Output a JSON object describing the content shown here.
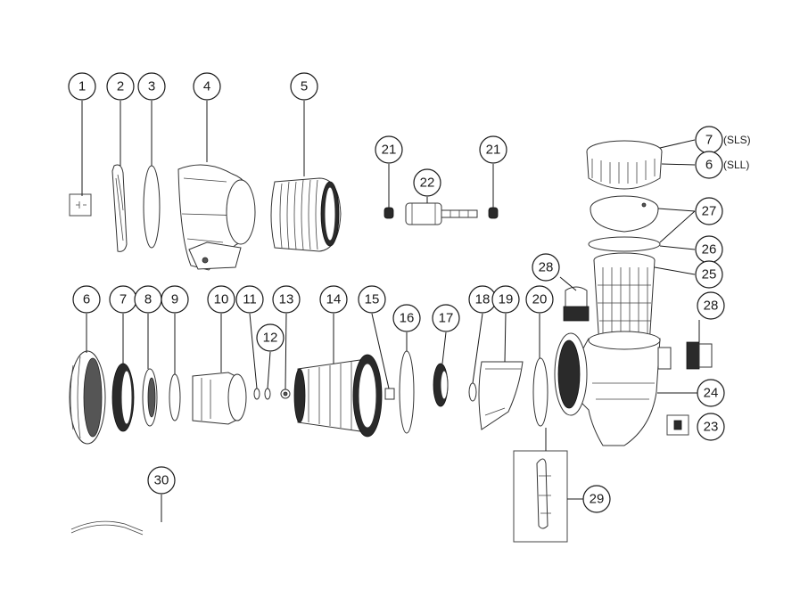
{
  "callouts": {
    "c1": "1",
    "c2": "2",
    "c3": "3",
    "c4": "4",
    "c5": "5",
    "c21a": "21",
    "c21b": "21",
    "c22": "22",
    "c7top": "7",
    "c6top": "6",
    "c27": "27",
    "c26": "26",
    "c25": "25",
    "c28a": "28",
    "c28b": "28",
    "c6": "6",
    "c7": "7",
    "c8": "8",
    "c9": "9",
    "c10": "10",
    "c11": "11",
    "c12": "12",
    "c13": "13",
    "c14": "14",
    "c15": "15",
    "c16": "16",
    "c17": "17",
    "c18": "18",
    "c19": "19",
    "c20": "20",
    "c24": "24",
    "c23": "23",
    "c29": "29",
    "c30": "30"
  },
  "suffixes": {
    "sls": "(SLS)",
    "sll": "(SLL)"
  }
}
